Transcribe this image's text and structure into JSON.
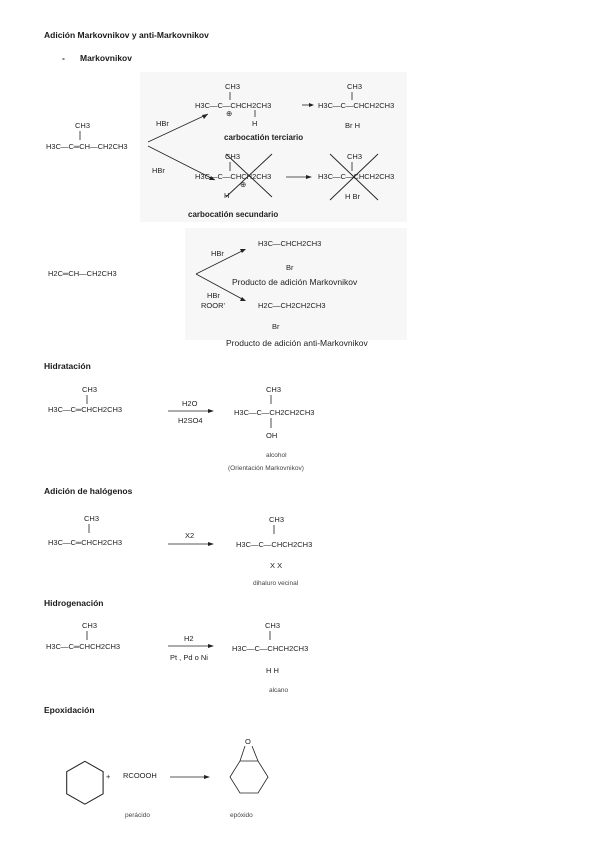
{
  "title": "Adición Markovnikov y anti-Markovnikov",
  "subheading": {
    "bullet": "-",
    "text": "Markovnikov"
  },
  "markovnikov": {
    "reactant": {
      "top": "CH3",
      "main": "H3C—C═CH—CH2CH3"
    },
    "reagent_upper": "HBr",
    "reagent_lower": "HBr",
    "upper_intermediate": {
      "top": "CH3",
      "main": "H3C—C—CHCH2CH3",
      "charge": "⊕",
      "bottom": "H"
    },
    "upper_product": {
      "top": "CH3",
      "main": "H3C—C—CHCH2CH3",
      "bottom": "Br  H"
    },
    "upper_label": "carbocatión terciario",
    "lower_intermediate": {
      "top": "CH3",
      "main": "H3C—C—CHCH2CH3",
      "charge": "⊕",
      "bottom": "H"
    },
    "lower_product": {
      "top": "CH3",
      "main": "H3C—C—CHCH2CH3",
      "bottom": "H  Br"
    },
    "lower_label": "carbocatión secundario"
  },
  "anti_markovnikov": {
    "reactant": "H2C═CH—CH2CH3",
    "reagent_upper": "HBr",
    "product_upper": "H3C—CHCH2CH3",
    "product_upper_sub": "Br",
    "label_upper": "Producto de adición Markovnikov",
    "reagent_lower_1": "HBr",
    "reagent_lower_2": "ROOR'",
    "product_lower": "H2C—CH2CH2CH3",
    "product_lower_sub": "Br",
    "label_lower": "Producto de adición anti-Markovnikov"
  },
  "hidratacion": {
    "heading": "Hidratación",
    "reactant": {
      "top": "CH3",
      "main": "H3C—C═CHCH2CH3"
    },
    "reagent_top": "H2O",
    "reagent_bottom": "H2SO4",
    "product": {
      "top": "CH3",
      "main": "H3C—C—CH2CH2CH3",
      "bottom": "OH"
    },
    "caption_1": "alcohol",
    "caption_2": "(Orientación Markovnikov)"
  },
  "halogenos": {
    "heading": "Adición de halógenos",
    "reactant": {
      "top": "CH3",
      "main": "H3C—C═CHCH2CH3"
    },
    "reagent": "X2",
    "product": {
      "top": "CH3",
      "main": "H3C—C—CHCH2CH3",
      "bottom": "X   X"
    },
    "caption": "dihaluro vecinal"
  },
  "hidrogenacion": {
    "heading": "Hidrogenación",
    "reactant": {
      "top": "CH3",
      "main": "H3C—C═CHCH2CH3"
    },
    "reagent_top": "H2",
    "reagent_bottom": "Pt , Pd o Ni",
    "product": {
      "top": "CH3",
      "main": "H3C—C—CHCH2CH3",
      "bottom": "H   H"
    },
    "caption": "alcano"
  },
  "epoxidacion": {
    "heading": "Epoxidación",
    "plus": "+",
    "reagent": "RCOOOH",
    "caption_reagent": "perácido",
    "epoxide_o": "O",
    "caption_product": "epóxido"
  }
}
